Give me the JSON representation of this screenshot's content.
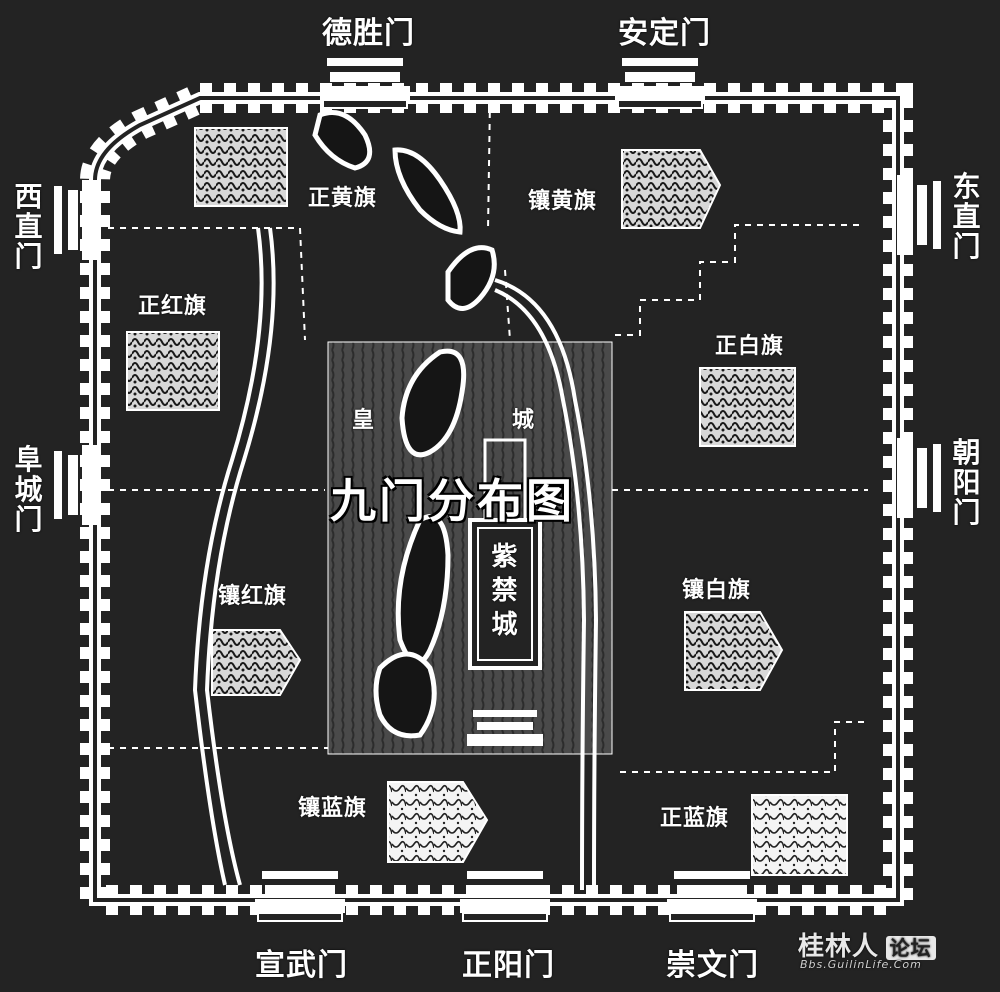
{
  "title": "九门分布图",
  "gates": {
    "desheng": "德胜门",
    "anding": "安定门",
    "xizhi": "西直门",
    "dongzhi": "东直门",
    "fucheng": "阜城门",
    "chaoyang": "朝阳门",
    "xuanwu": "宣武门",
    "zhengyang": "正阳门",
    "chongwen": "崇文门"
  },
  "banners": {
    "zheng_huang": "正黄旗",
    "xiang_huang": "镶黄旗",
    "zheng_hong": "正红旗",
    "zheng_bai": "正白旗",
    "xiang_hong": "镶红旗",
    "xiang_bai": "镶白旗",
    "xiang_lan": "镶蓝旗",
    "zheng_lan": "正蓝旗"
  },
  "imperial_city": {
    "left": "皇",
    "right": "城"
  },
  "forbidden_city": "紫禁城",
  "watermark": {
    "main": "桂林人",
    "box": "论坛",
    "sub": "Bbs.GuilinLife.Com"
  },
  "colors": {
    "background": "#232323",
    "lines": "#ffffff",
    "imperial_fill": "#4a4a4a"
  }
}
